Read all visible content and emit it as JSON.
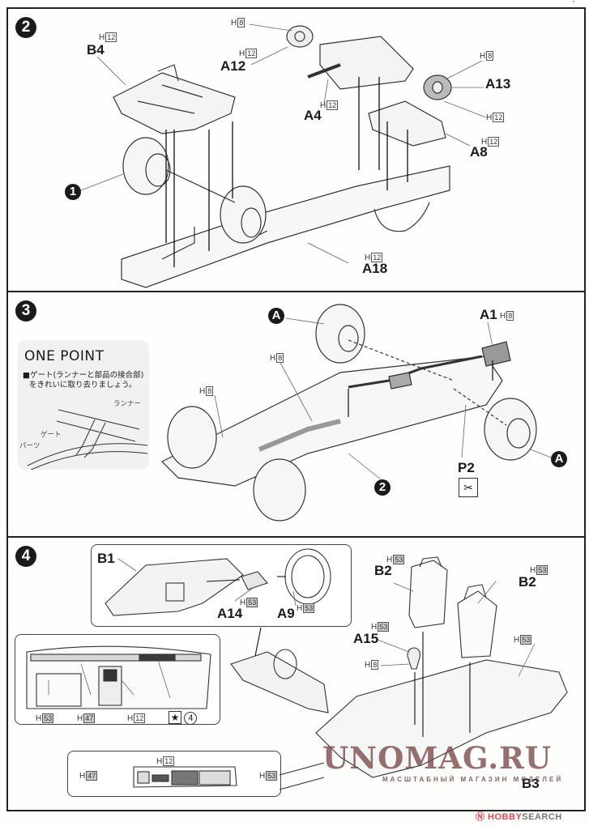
{
  "document": {
    "type": "model kit assembly instructions",
    "top_mark": "’"
  },
  "steps": [
    {
      "number": "2",
      "parts": [
        {
          "id": "B4",
          "paint": [
            "H",
            "12"
          ]
        },
        {
          "id": "A12",
          "paint": [
            "H",
            "12"
          ]
        },
        {
          "id": "A4",
          "paint": [
            "H",
            "12"
          ]
        },
        {
          "id": "A13",
          "paint": [
            "H",
            "12"
          ]
        },
        {
          "id": "A8",
          "paint": [
            "H",
            "12"
          ]
        },
        {
          "id": "A18",
          "paint": [
            "H",
            "12"
          ]
        }
      ],
      "extra_paint": [
        [
          "H",
          "8"
        ],
        [
          "H",
          "8"
        ]
      ],
      "callouts": [
        "1"
      ]
    },
    {
      "number": "3",
      "one_point": {
        "title": "ONE POINT",
        "text_line1": "■ゲート(ランナーと部品の接合部)",
        "text_line2": "をきれいに取り去りましょう。",
        "label_runner": "ランナー",
        "label_gate": "ゲート",
        "label_parts": "パーツ"
      },
      "parts": [
        {
          "id": "A1",
          "paint": [
            "H",
            "8"
          ]
        },
        {
          "id": "P2"
        }
      ],
      "extra_paint": [
        [
          "H",
          "8"
        ],
        [
          "H",
          "8"
        ]
      ],
      "callouts": [
        "A",
        "A",
        "2"
      ]
    },
    {
      "number": "4",
      "parts": [
        {
          "id": "B1"
        },
        {
          "id": "A14",
          "paint": [
            "H",
            "53"
          ]
        },
        {
          "id": "A9",
          "paint": [
            "H",
            "53"
          ]
        },
        {
          "id": "B2",
          "paint": [
            "H",
            "53"
          ]
        },
        {
          "id": "B2",
          "paint": [
            "H",
            "53"
          ]
        },
        {
          "id": "A15",
          "paint": [
            "H",
            "53"
          ]
        },
        {
          "id": "B3"
        }
      ],
      "extra_paint": [
        [
          "H",
          "8"
        ],
        [
          "H",
          "53"
        ]
      ],
      "dash_detail": {
        "paint": [
          [
            "H",
            "53"
          ],
          [
            "H",
            "47"
          ],
          [
            "H",
            "12"
          ]
        ],
        "decal_ref": "4"
      },
      "console_detail": {
        "paint": [
          [
            "H",
            "47"
          ],
          [
            "H",
            "12"
          ],
          [
            "H",
            "53"
          ]
        ]
      }
    }
  ],
  "watermark": {
    "title": "UNOMAG.RU",
    "subtitle": "МАСШТАБНЫЙ МАГАЗИН МОДЕЛЕЙ"
  },
  "source_badge": {
    "logo": "Ⓝ HOBBY",
    "text": "SEARCH"
  }
}
